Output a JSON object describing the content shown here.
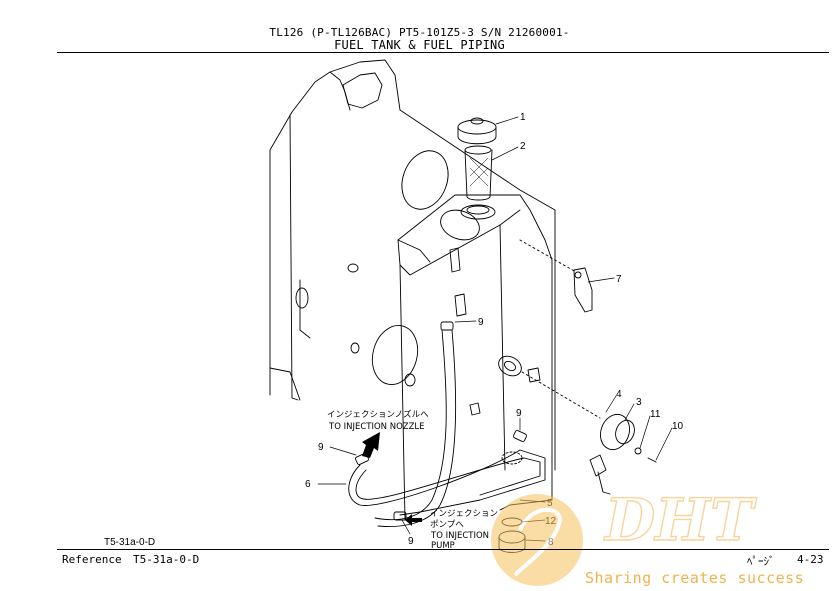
{
  "header": {
    "line1": "TL126 (P-TL126BAC) PT5-101Z5-3 S/N 21260001-",
    "line2": "FUEL TANK & FUEL PIPING"
  },
  "diagram": {
    "code": "T5-31a-0-D",
    "callouts": [
      "1",
      "2",
      "7",
      "9",
      "4",
      "3",
      "11",
      "10",
      "9",
      "9",
      "6",
      "5",
      "12",
      "8",
      "9"
    ],
    "annotations": {
      "nozzle_jp": "インジェクションノズルへ",
      "nozzle_en": "TO INJECTION NOZZLE",
      "pump_jp1": "インジェクション",
      "pump_jp2": "ポンプへ",
      "pump_en1": "TO INJECTION",
      "pump_en2": "PUMP"
    }
  },
  "footer": {
    "reference_label": "Reference",
    "reference_code": "T5-31a-0-D",
    "page_label": "ﾍﾟｰｼﾞ",
    "page_number": "4-23"
  },
  "watermark": {
    "logo_text": "DHT",
    "tagline": "Sharing creates success",
    "color": "#f2b24a"
  }
}
